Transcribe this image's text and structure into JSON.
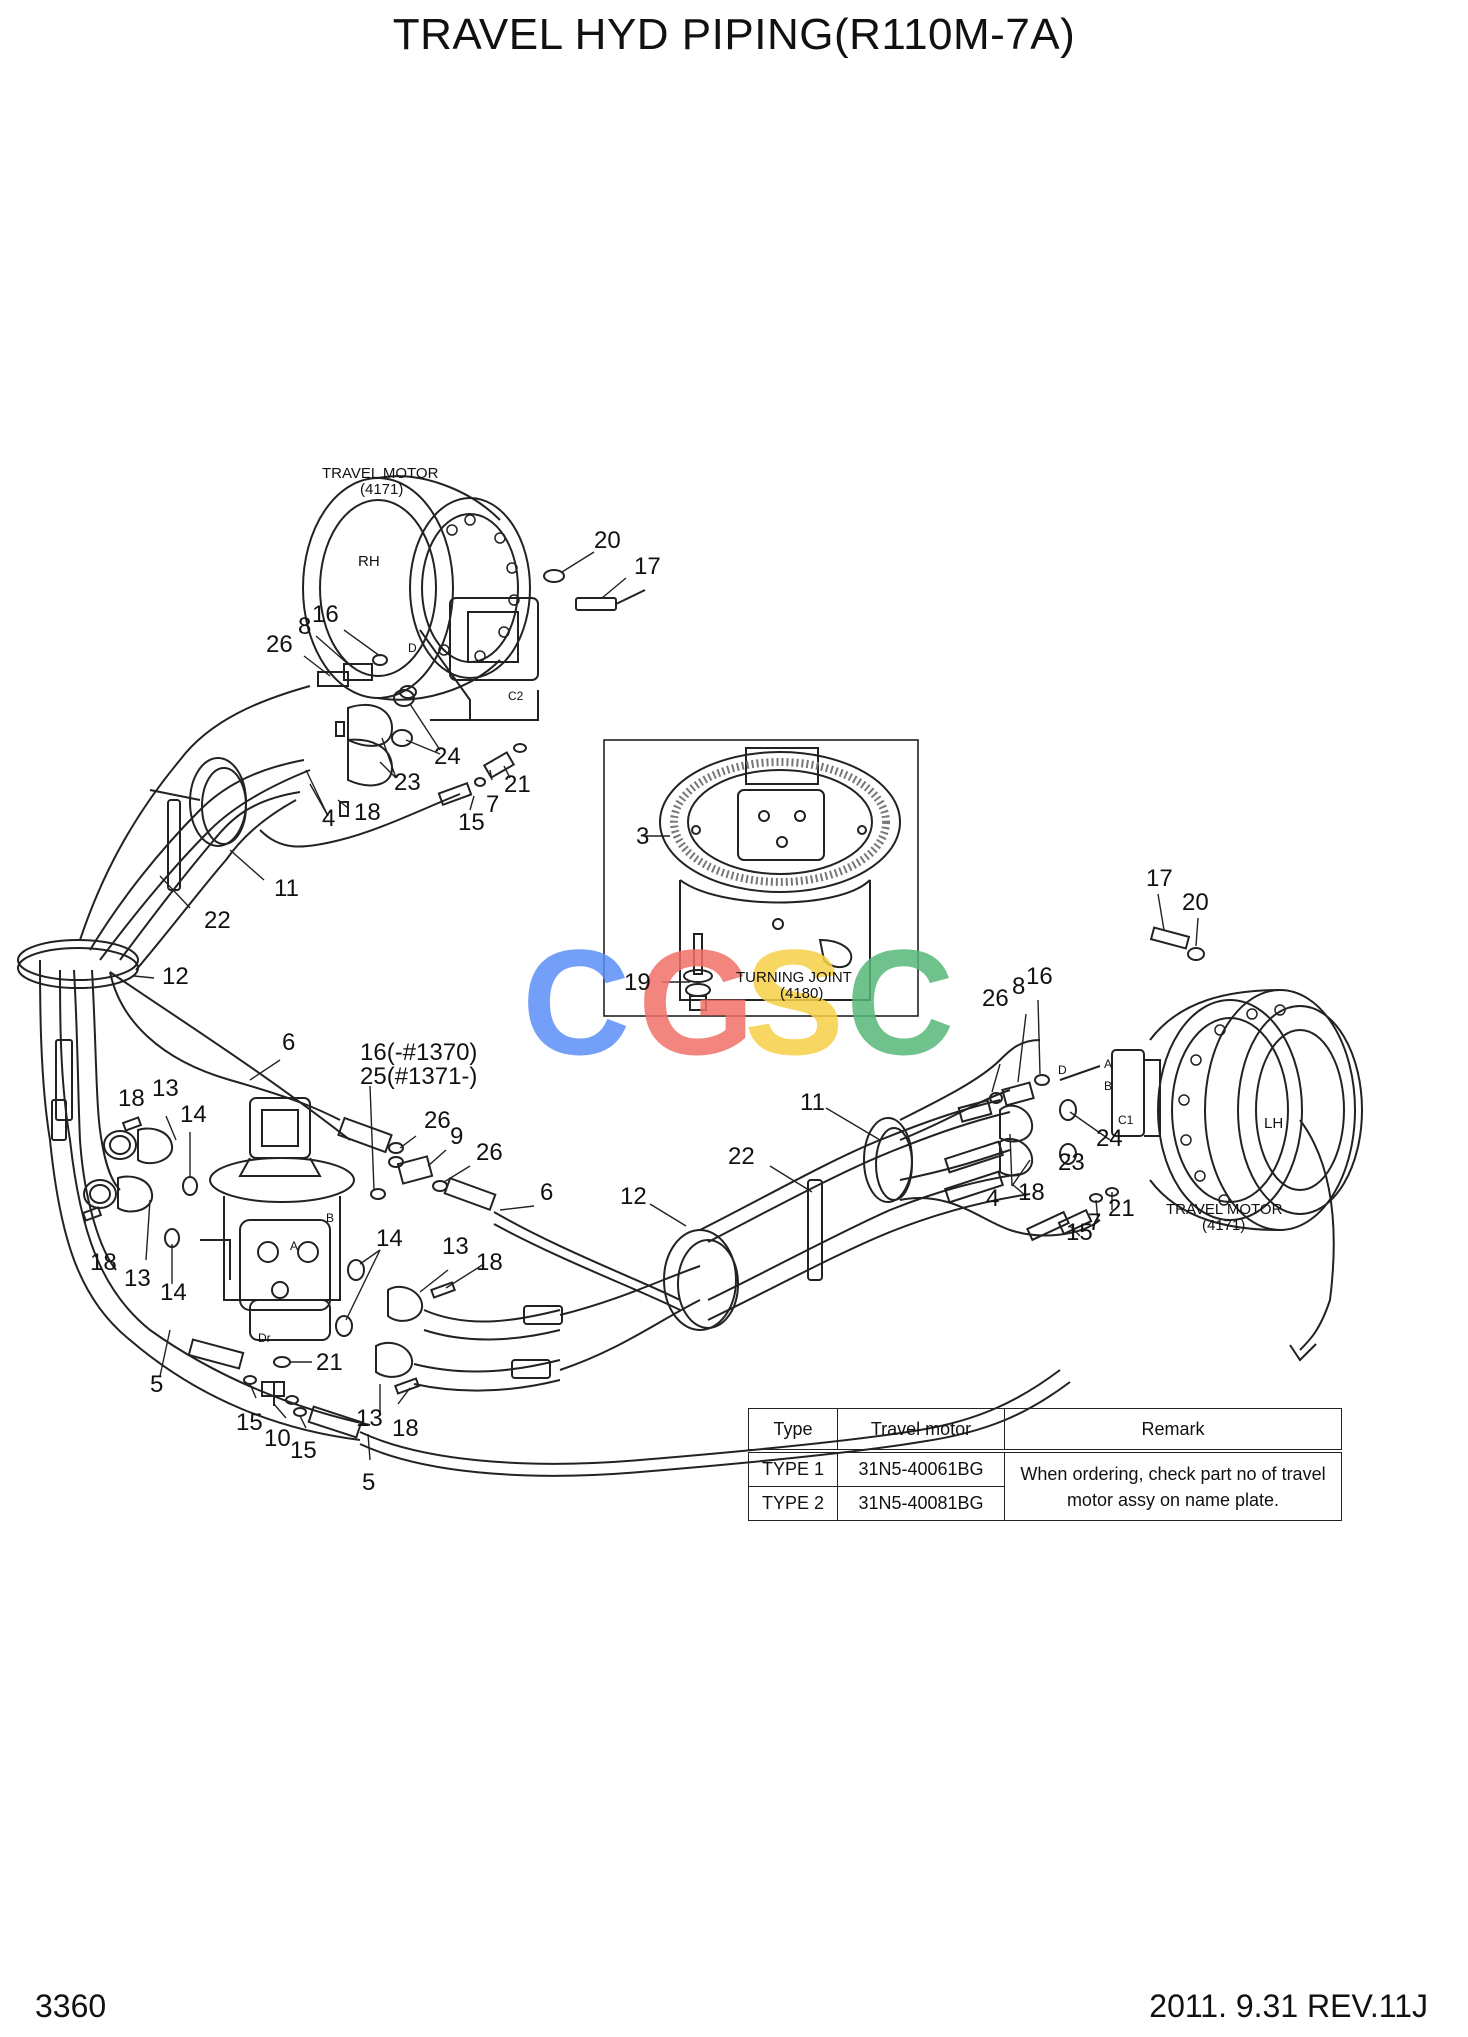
{
  "title": "TRAVEL HYD PIPING(R110M-7A)",
  "footer": {
    "page_number": "3360",
    "revision": "2011. 9.31  REV.11J"
  },
  "watermark": {
    "letters": [
      "C",
      "G",
      "S",
      "C"
    ],
    "colors": [
      "#5b8ff9",
      "#f07068",
      "#f7cf47",
      "#58b87a"
    ]
  },
  "labels": {
    "travel_motor_rh": "TRAVEL MOTOR",
    "travel_motor_rh_ref": "(4171)",
    "rh": "RH",
    "travel_motor_lh": "TRAVEL MOTOR",
    "travel_motor_lh_ref": "(4171)",
    "lh": "LH",
    "turning_joint": "TURNING JOINT",
    "turning_joint_ref": "(4180)",
    "port_d": "D",
    "port_c2": "C2",
    "port_c1": "C1",
    "port_a": "A",
    "port_b": "B",
    "port_dr": "Dr"
  },
  "callouts": [
    "20",
    "17",
    "26",
    "8",
    "16",
    "24",
    "23",
    "21",
    "4",
    "18",
    "15",
    "7",
    "11",
    "22",
    "3",
    "12",
    "19",
    "17",
    "20",
    "26",
    "8",
    "16",
    "6",
    "16(-#1370)",
    "25(#1371-)",
    "26",
    "9",
    "26",
    "6",
    "18",
    "13",
    "14",
    "18",
    "13",
    "14",
    "14",
    "13",
    "18",
    "21",
    "13",
    "18",
    "5",
    "15",
    "10",
    "15",
    "5",
    "11",
    "22",
    "12",
    "24",
    "23",
    "18",
    "4",
    "21",
    "7",
    "15"
  ],
  "type_table": {
    "headers": [
      "Type",
      "Travel motor",
      "Remark"
    ],
    "rows": [
      {
        "type": "TYPE 1",
        "motor": "31N5-40061BG"
      },
      {
        "type": "TYPE 2",
        "motor": "31N5-40081BG"
      }
    ],
    "remark": "When ordering, check part no of travel motor assy on name plate."
  }
}
